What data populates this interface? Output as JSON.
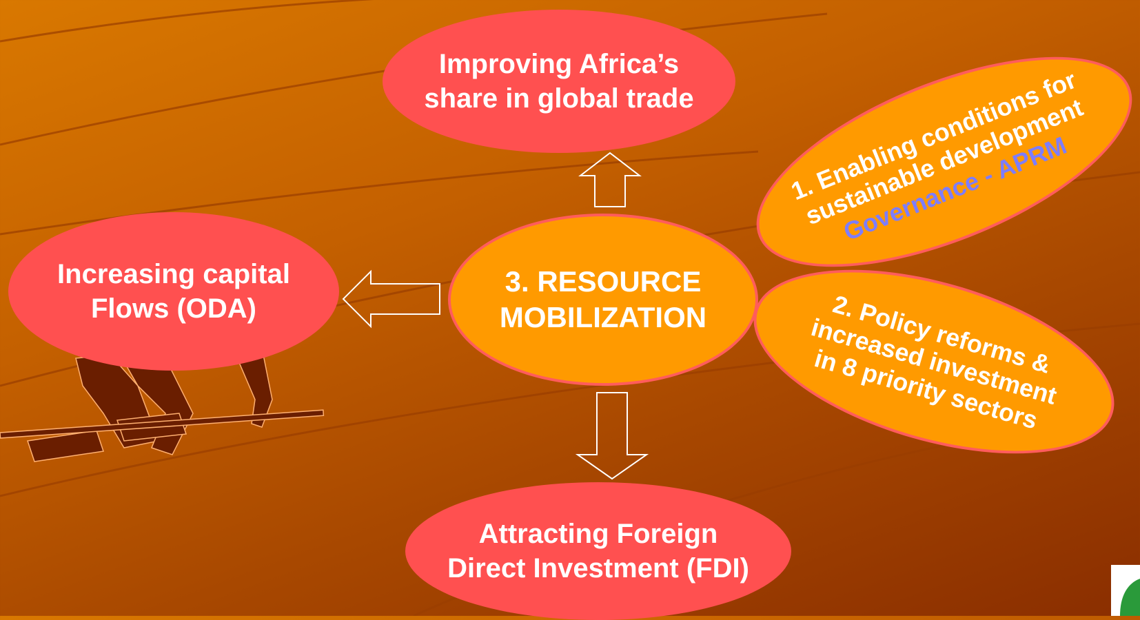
{
  "bubbles": {
    "trade": {
      "line1": "Improving Africa’s",
      "line2": "share in global trade"
    },
    "capital": {
      "line1": "Increasing capital",
      "line2": "Flows (ODA)"
    },
    "center": {
      "line1": "3. RESOURCE",
      "line2": "MOBILIZATION"
    },
    "fdi": {
      "line1": "Attracting Foreign",
      "line2": "Direct Investment (FDI)"
    },
    "enabling": {
      "line1": "1. Enabling conditions for",
      "line2": "sustainable development",
      "line3": "Governance - APRM"
    },
    "policy": {
      "line1": "2. Policy reforms &",
      "line2": "increased investment",
      "line3": "in 8 priority sectors"
    }
  },
  "colors": {
    "red_bubble": "#ff5050",
    "orange_bubble": "#ff9a00",
    "governance_text": "#7d7dff",
    "background": "#c46000"
  }
}
